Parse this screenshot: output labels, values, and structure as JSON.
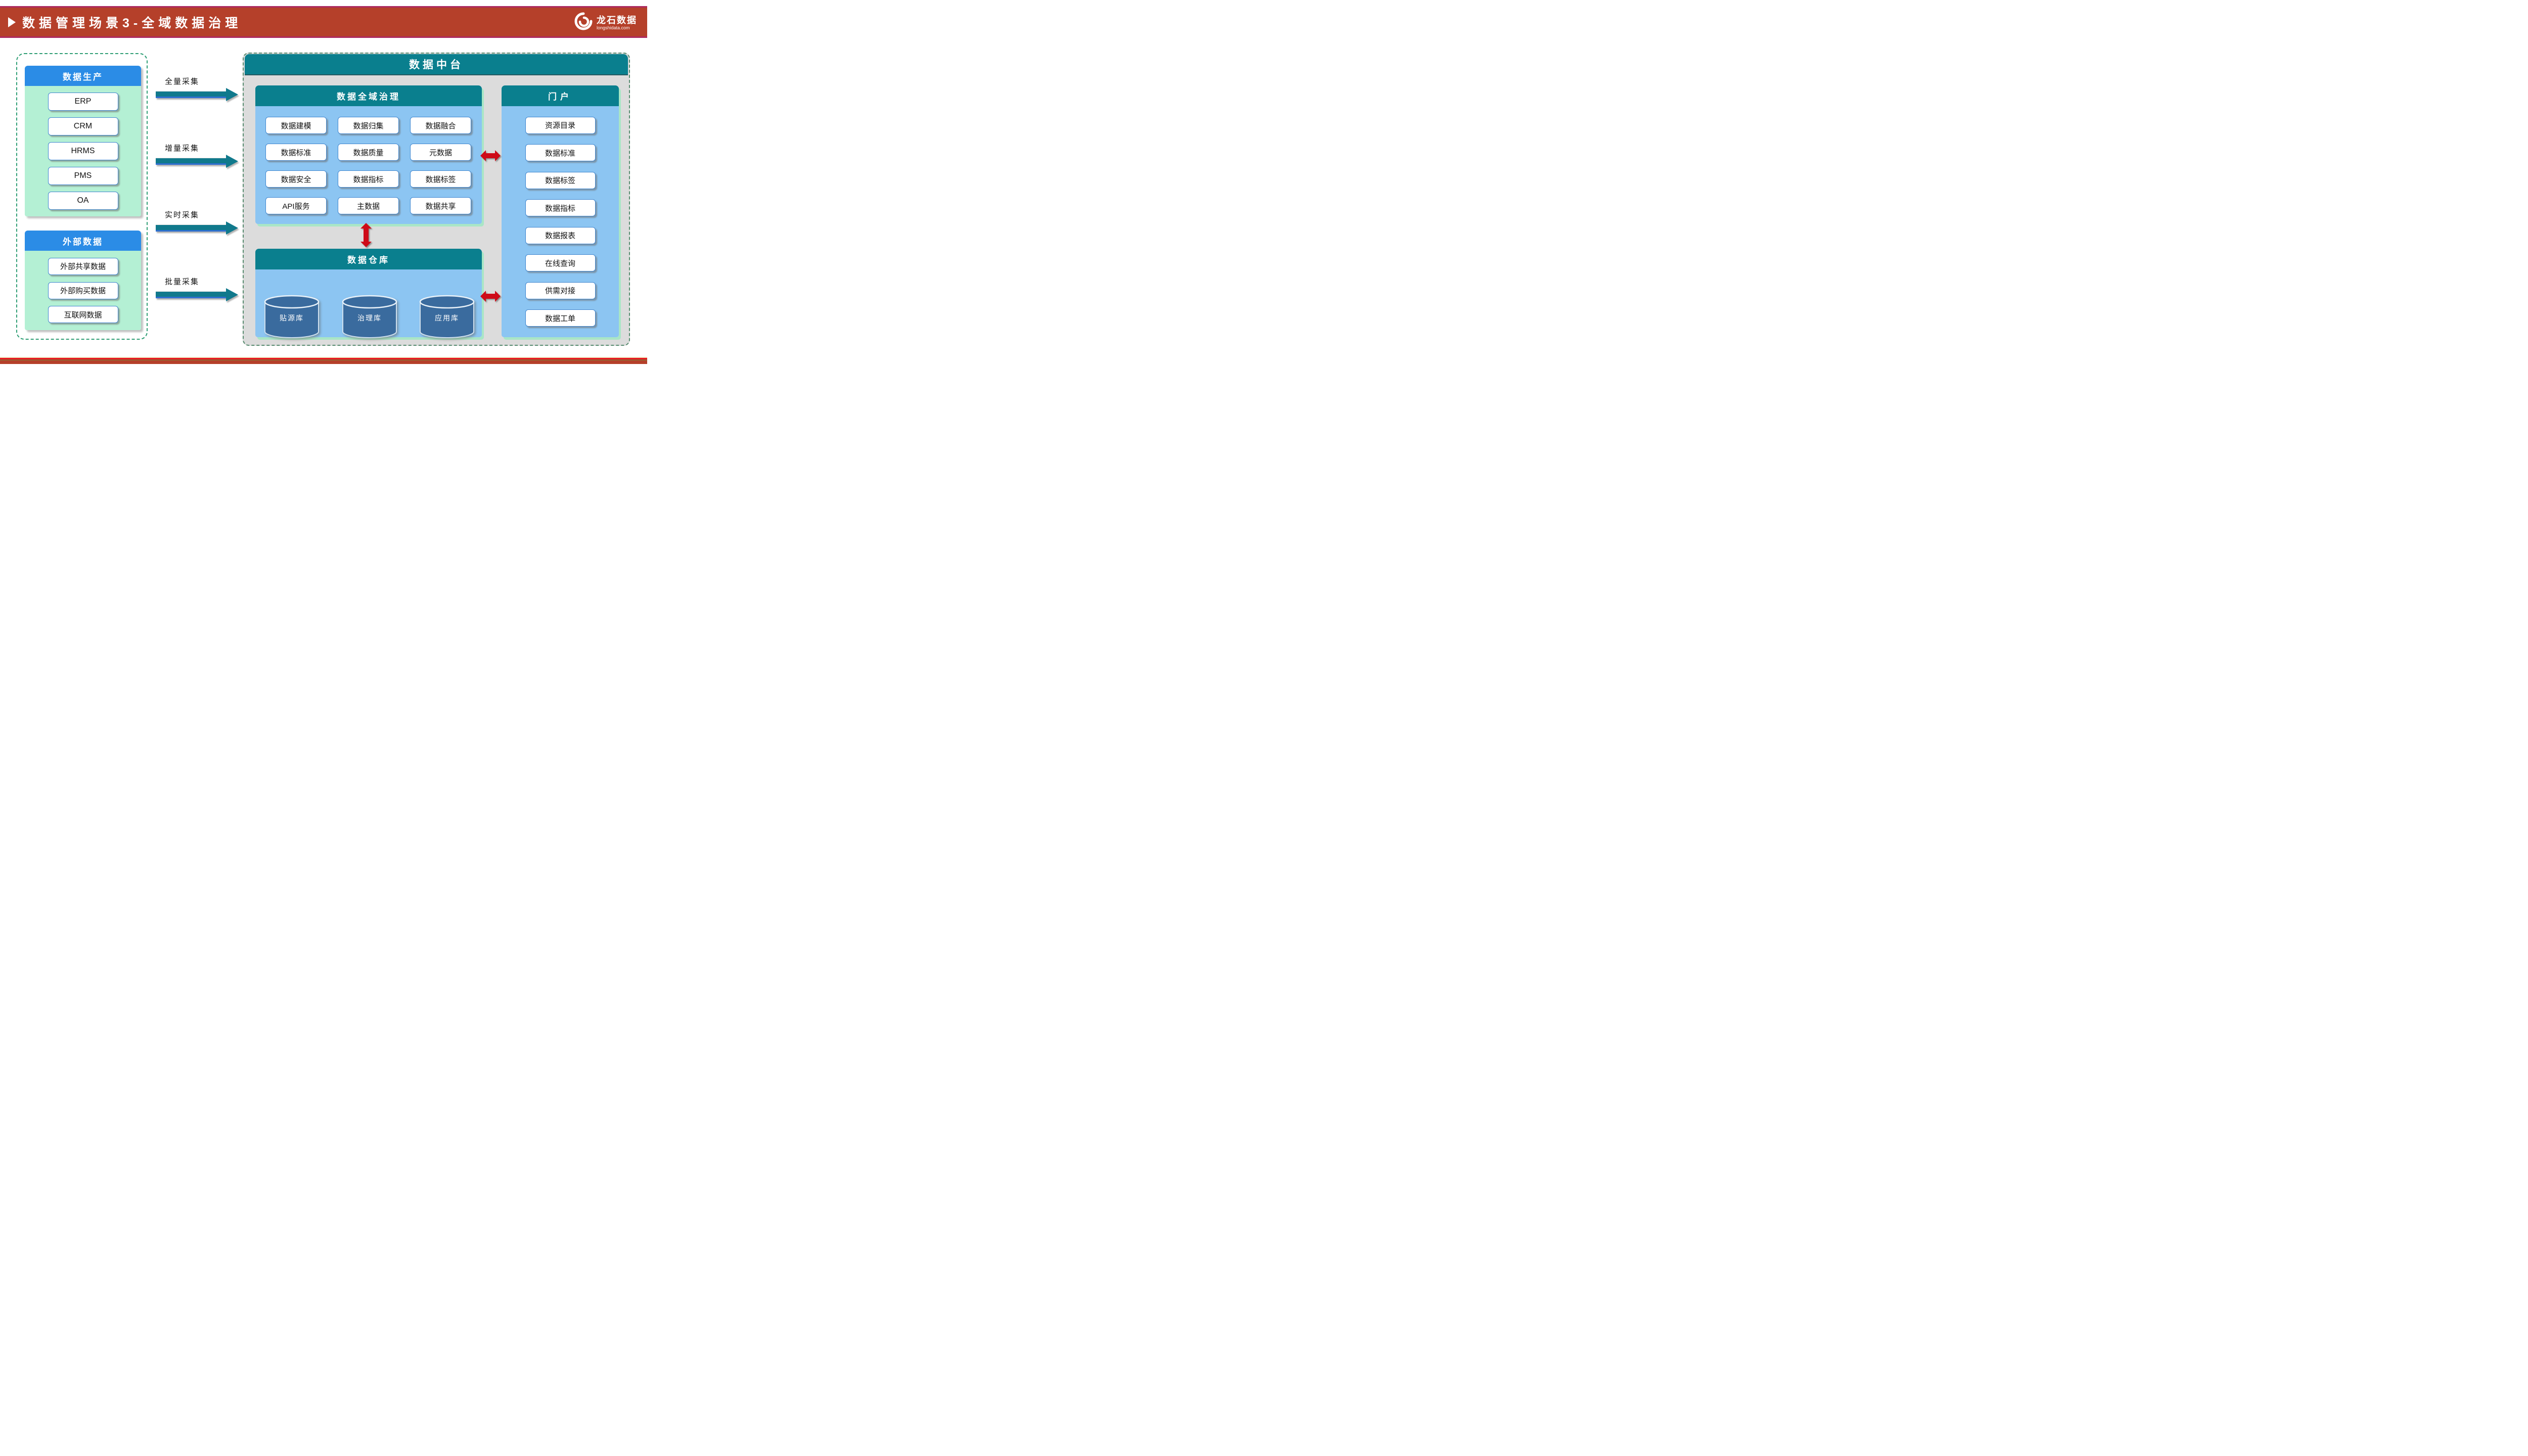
{
  "header": {
    "title": "数据管理场景3-全域数据治理",
    "logo": {
      "name": "龙石数据",
      "domain": "longshidata.com"
    }
  },
  "sources": {
    "production": {
      "title": "数据生产",
      "items": [
        "ERP",
        "CRM",
        "HRMS",
        "PMS",
        "OA"
      ]
    },
    "external": {
      "title": "外部数据",
      "items": [
        "外部共享数据",
        "外部购买数据",
        "互联网数据"
      ]
    }
  },
  "collection": {
    "arrows": [
      "全量采集",
      "增量采集",
      "实时采集",
      "批量采集"
    ]
  },
  "platform": {
    "title": "数据中台",
    "governance": {
      "title": "数据全域治理",
      "items": [
        "数据建模",
        "数据归集",
        "数据融合",
        "数据标准",
        "数据质量",
        "元数据",
        "数据安全",
        "数据指标",
        "数据标签",
        "API服务",
        "主数据",
        "数据共享"
      ]
    },
    "warehouse": {
      "title": "数据仓库",
      "databases": [
        "贴源库",
        "治理库",
        "应用库"
      ]
    },
    "portal": {
      "title": "门户",
      "items": [
        "资源目录",
        "数据标准",
        "数据标签",
        "数据指标",
        "数据报表",
        "在线查询",
        "供需对接",
        "数据工单"
      ]
    }
  },
  "colors": {
    "header_red": "#b5402a",
    "magenta_line": "#ad2b60",
    "blue_header": "#2b8ce6",
    "mint_body": "#b4f0d4",
    "teal_header": "#0a7f8e",
    "light_blue_body": "#8cc5f2",
    "gray_panel": "#dcdcdc",
    "dashed_green": "#2e9e74",
    "red_arrow": "#ce0a18",
    "collect_arrow_teal": "#10798c",
    "cylinder_blue": "#3a6b9e"
  }
}
